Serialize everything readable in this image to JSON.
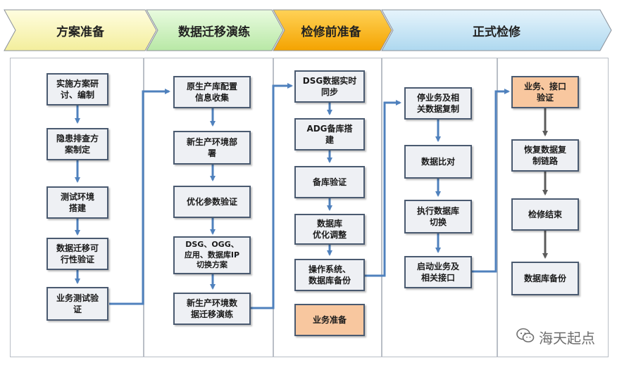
{
  "phases": [
    {
      "label": "方案准备",
      "color": "#fdfbcc"
    },
    {
      "label": "数据迁移演练",
      "color": "#d6f5c8"
    },
    {
      "label": "检修前准备",
      "color": "#ffb80f"
    },
    {
      "label": "正式检修",
      "color": "#c9e6f6"
    }
  ],
  "columns": {
    "prep": [
      "实施方案研\n讨、编制",
      "隐患排查方\n案制定",
      "测试环境\n搭建",
      "数据迁移可\n行性验证",
      "业务测试验\n证"
    ],
    "drill": [
      "原生产库配置\n信息收集",
      "新生产环境部\n署",
      "优化参数验证",
      "DSG、OGG、\n应用、数据库IP\n切换方案",
      "新生产环境数\n据迁移演练"
    ],
    "pre": [
      "DSG数据实时\n同步",
      "ADG备库搭\n建",
      "备库验证",
      "数据库\n优化调整",
      "操作系统、\n数据库备份",
      "业务准备"
    ],
    "formal1": [
      "停业务及相\n关数据复制",
      "数据比对",
      "执行数据库\n切换",
      "启动业务及\n相关接口"
    ],
    "formal2": [
      "业务、接口\n验证",
      "恢复数据复\n制链路",
      "检修结束",
      "数据库备份"
    ]
  },
  "watermark": {
    "text": "海天起点",
    "icon": "wechat-icon"
  }
}
